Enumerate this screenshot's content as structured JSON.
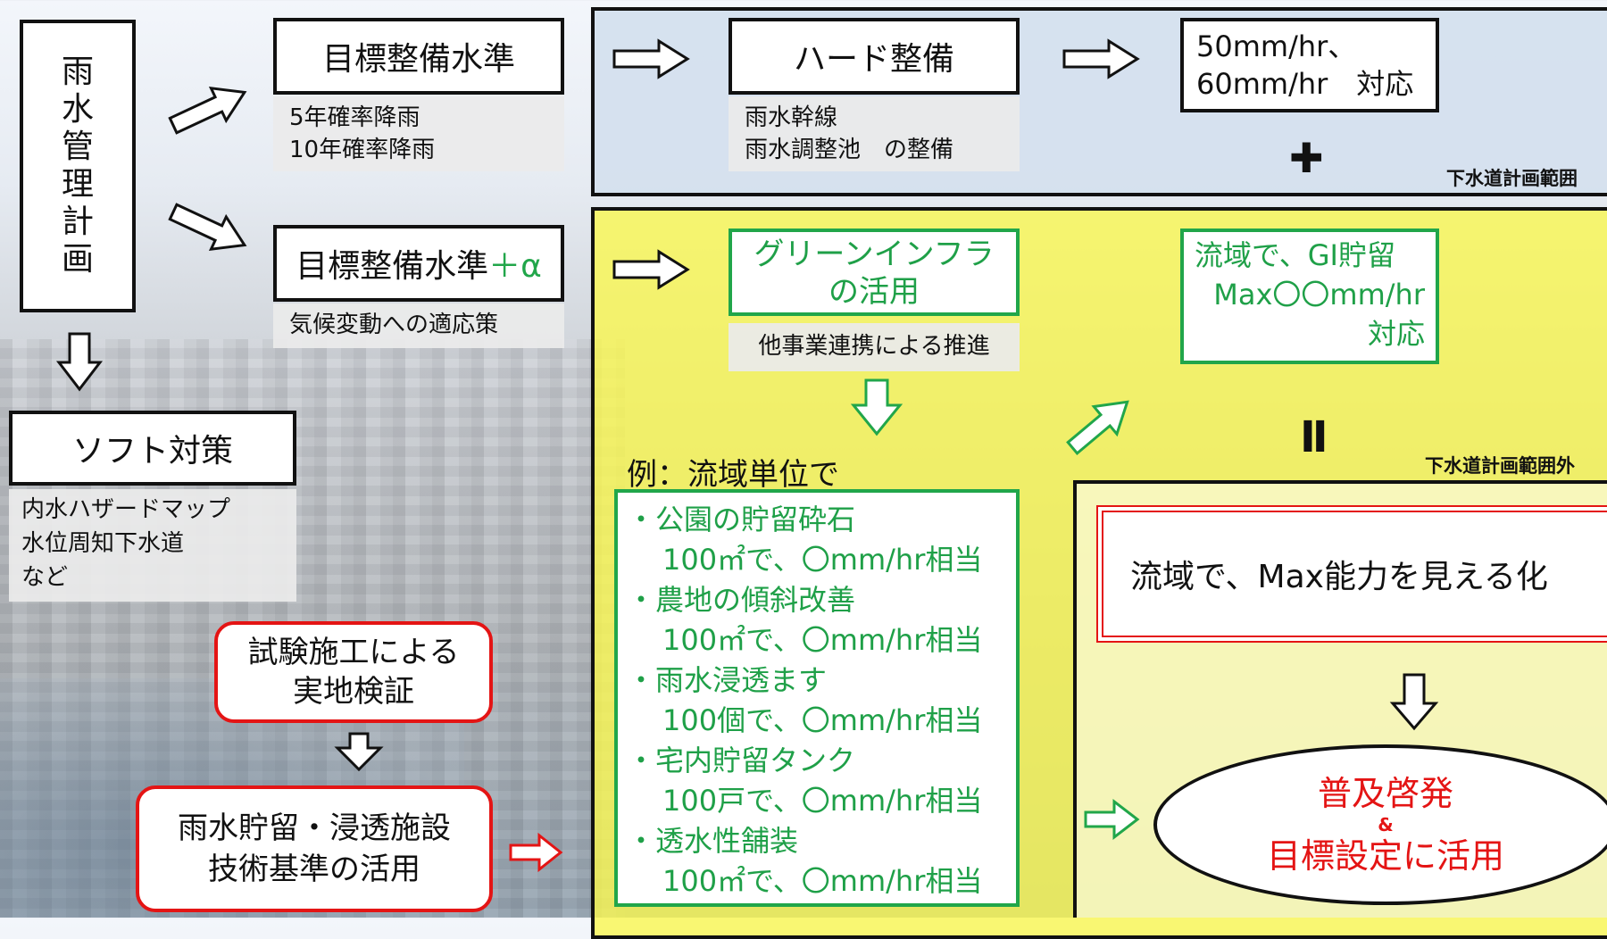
{
  "colors": {
    "green": "#21a64a",
    "red": "#e41414",
    "yellow": "#f7f23c",
    "blue_region": "#d4e0ee"
  },
  "left": {
    "vertical_title": [
      "雨",
      "水",
      "管",
      "理",
      "計",
      "画"
    ],
    "soft_title": "ソフト対策",
    "soft_items": [
      "内水ハザードマップ",
      "水位周知下水道",
      "など"
    ],
    "trial_line1": "試験施工による",
    "trial_line2": "実地検証",
    "tech_line1": "雨水貯留・浸透施設",
    "tech_line2": "技術基準の活用"
  },
  "level1": {
    "title": "目標整備水準",
    "items": [
      "5年確率降雨",
      "10年確率降雨"
    ]
  },
  "level2": {
    "title": "目標整備水準",
    "title_suffix": "＋α",
    "note": "気候変動への適応策"
  },
  "hard": {
    "title": "ハード整備",
    "items": [
      "雨水幹線",
      "雨水調整池　の整備"
    ]
  },
  "hard_result": {
    "line1": "50mm/hr、",
    "line2": "60mm/hr　対応"
  },
  "plus_symbol": "✚",
  "label_inside": "下水道計画範囲",
  "label_outside": "下水道計画範囲外",
  "equals_symbol": "Ⅱ",
  "green_infra": {
    "line1": "グリーンインフラ",
    "line2": "の活用",
    "note": "他事業連携による推進"
  },
  "gi_result": {
    "line1": "流域で、GI貯留",
    "line2": "Max〇〇mm/hr",
    "line3": "対応"
  },
  "example_header": "例：流域単位で",
  "examples": [
    {
      "name": "・公園の貯留砕石",
      "value": "100㎡で、〇mm/hr相当"
    },
    {
      "name": "・農地の傾斜改善",
      "value": "100㎡で、〇mm/hr相当"
    },
    {
      "name": "・雨水浸透ます",
      "value": "100個で、〇mm/hr相当"
    },
    {
      "name": "・宅内貯留タンク",
      "value": "100戸で、〇mm/hr相当"
    },
    {
      "name": "・透水性舗装",
      "value": "100㎡で、〇mm/hr相当"
    }
  ],
  "visualize": "流域で、Max能力を見える化",
  "outcome": {
    "line1": "普及啓発",
    "amp": "&",
    "line2": "目標設定に活用"
  }
}
